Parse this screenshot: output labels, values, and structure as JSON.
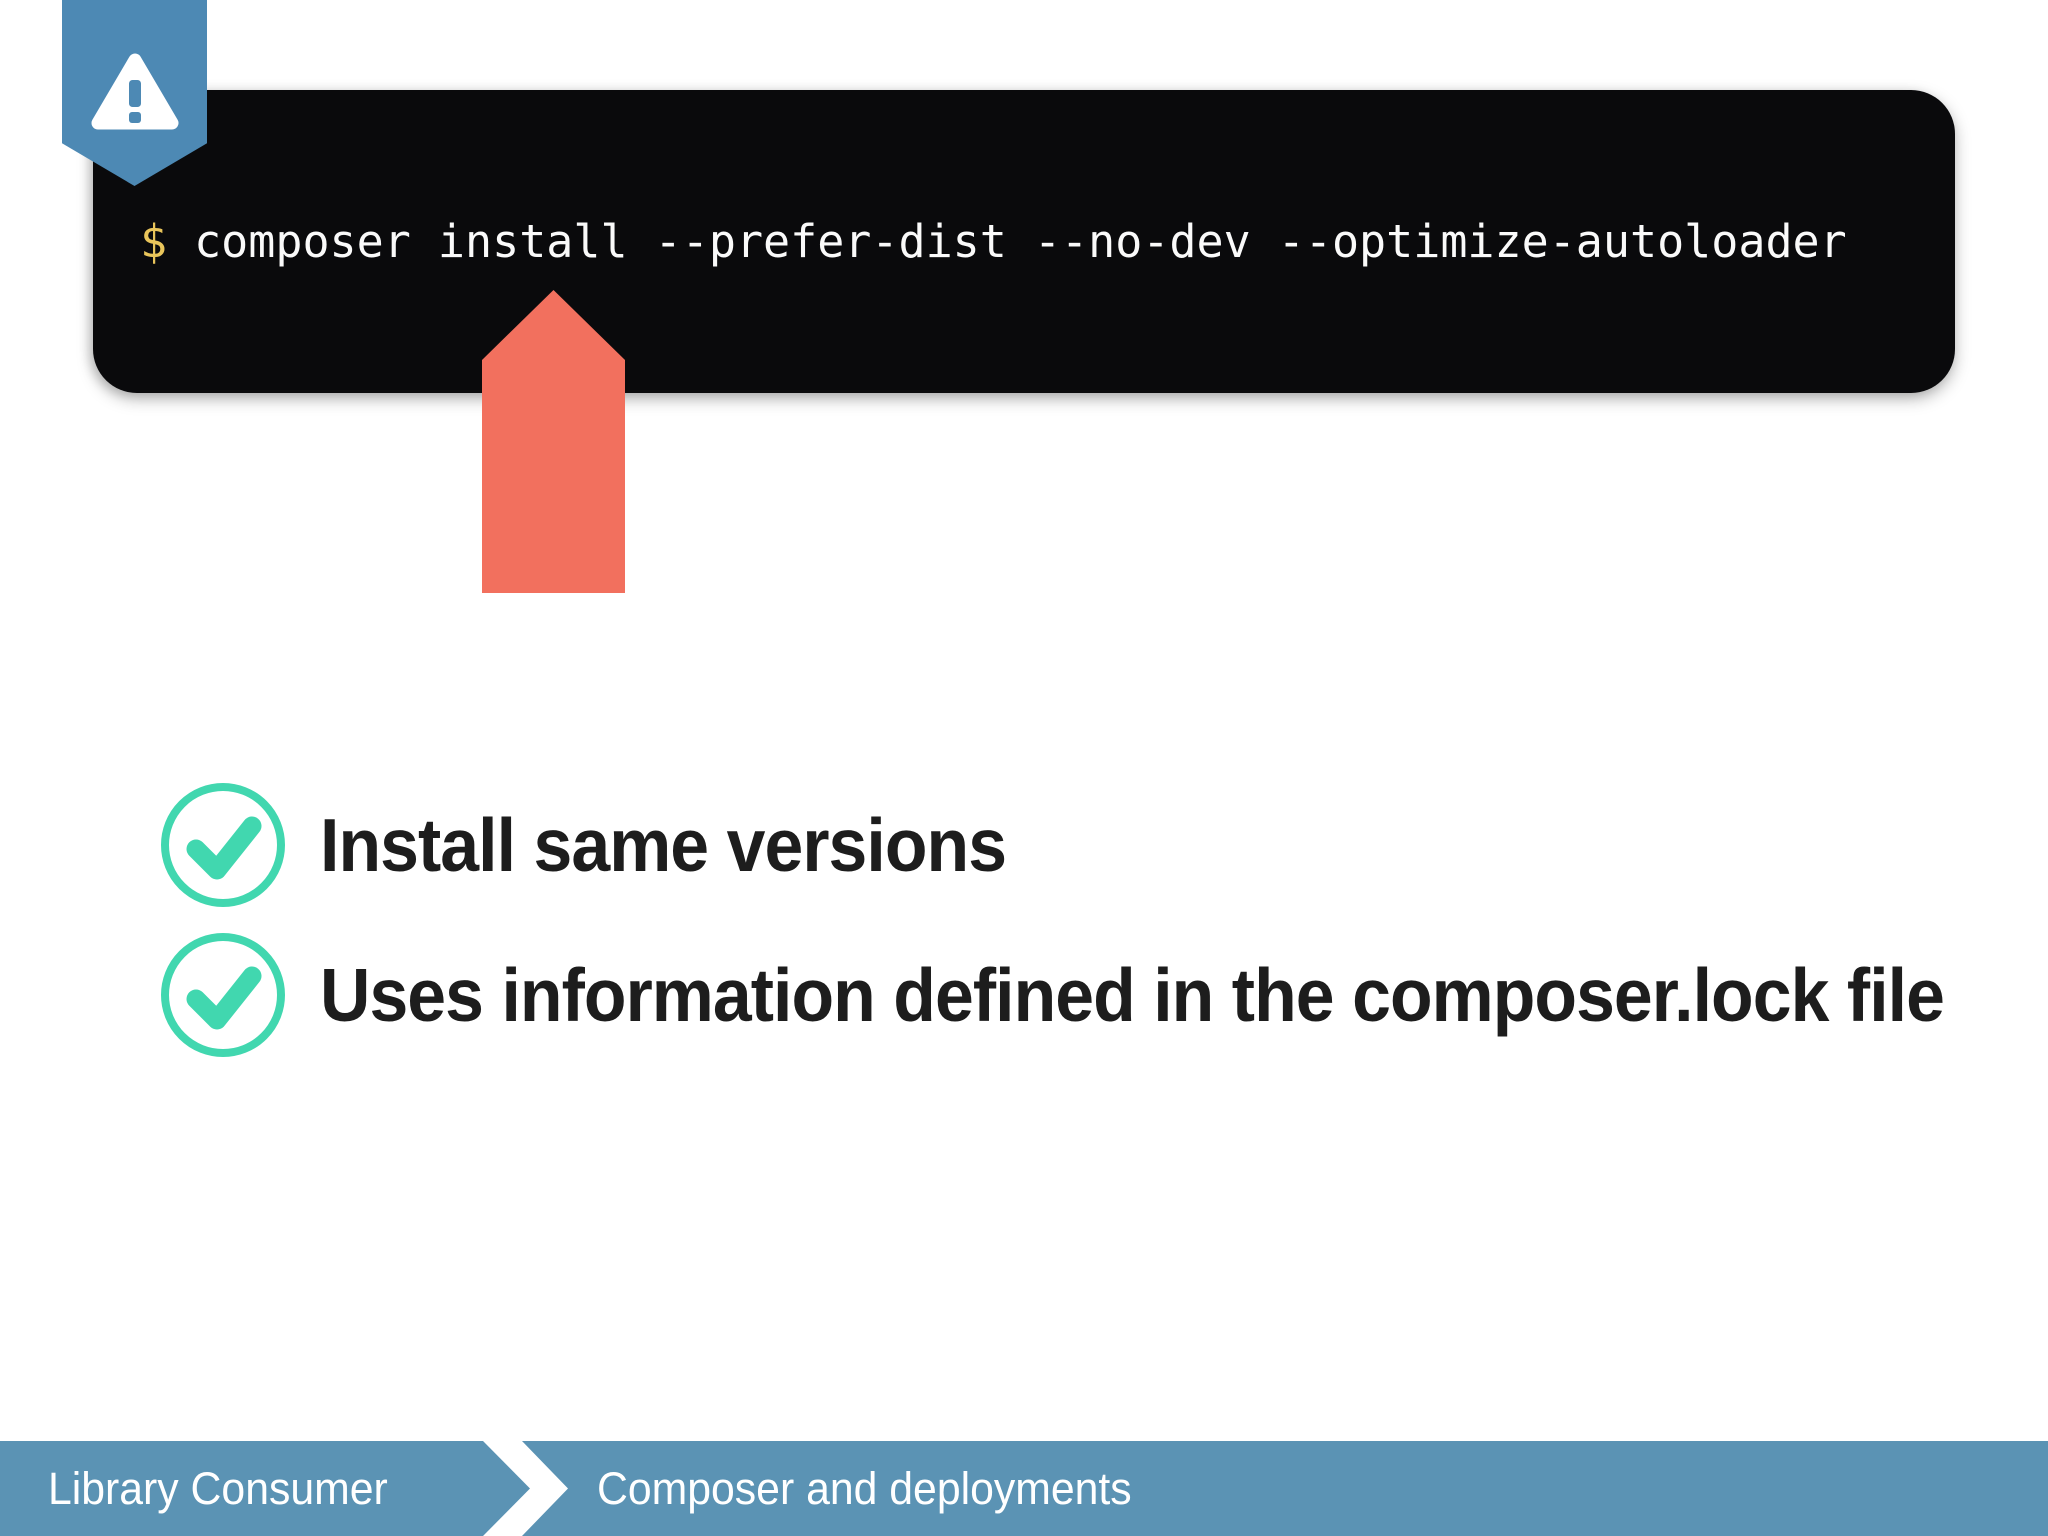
{
  "terminal": {
    "prompt": "$",
    "command": "composer install --prefer-dist --no-dev --optimize-autoloader",
    "background_color": "#0a0a0c",
    "prompt_color": "#e9c55b",
    "command_color": "#fafafa"
  },
  "callout": {
    "warning_badge_color": "#4d89b4",
    "arrow_color": "#f2705e",
    "arrow_points_at": "install"
  },
  "bullets": {
    "check_color": "#41d7af",
    "items": [
      {
        "label": "Install same versions"
      },
      {
        "label": "Uses information defined in the composer.lock file"
      }
    ]
  },
  "breadcrumb": {
    "bar_color": "#5b93b4",
    "left": "Library Consumer",
    "right": "Composer and deployments"
  }
}
